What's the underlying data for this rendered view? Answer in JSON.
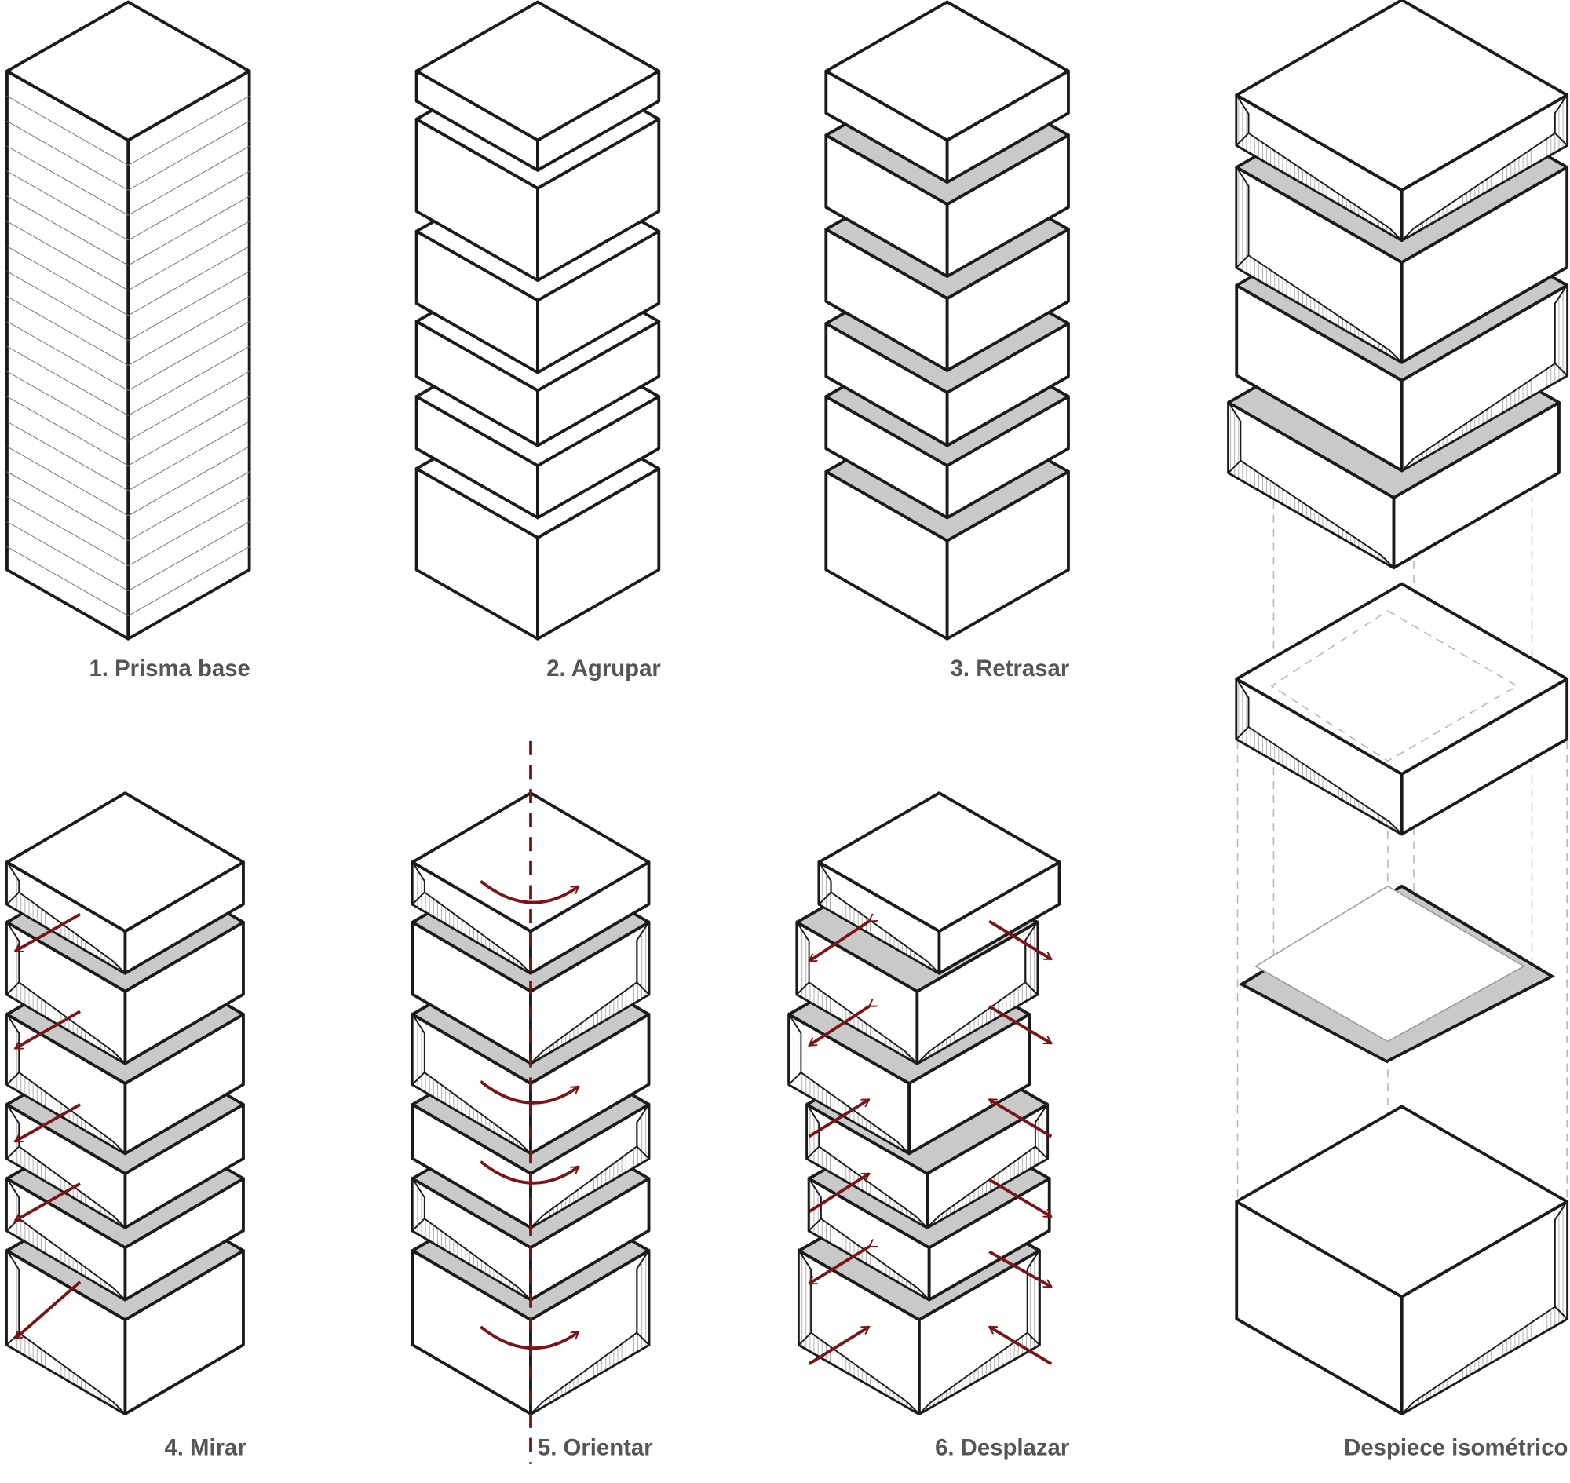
{
  "labels": {
    "step1": "1. Prisma base",
    "step2": "2. Agrupar",
    "step3": "3. Retrasar",
    "step4": "4. Mirar",
    "step5": "5. Orientar",
    "step6": "6. Desplazar",
    "exploded": "Despiece isométrico"
  },
  "colors": {
    "stroke": "#1a1a1a",
    "slab_gray": "#c9c9c9",
    "arrow": "#7a1418",
    "label": "#555555",
    "dashed_guide": "#b5b5b5"
  }
}
